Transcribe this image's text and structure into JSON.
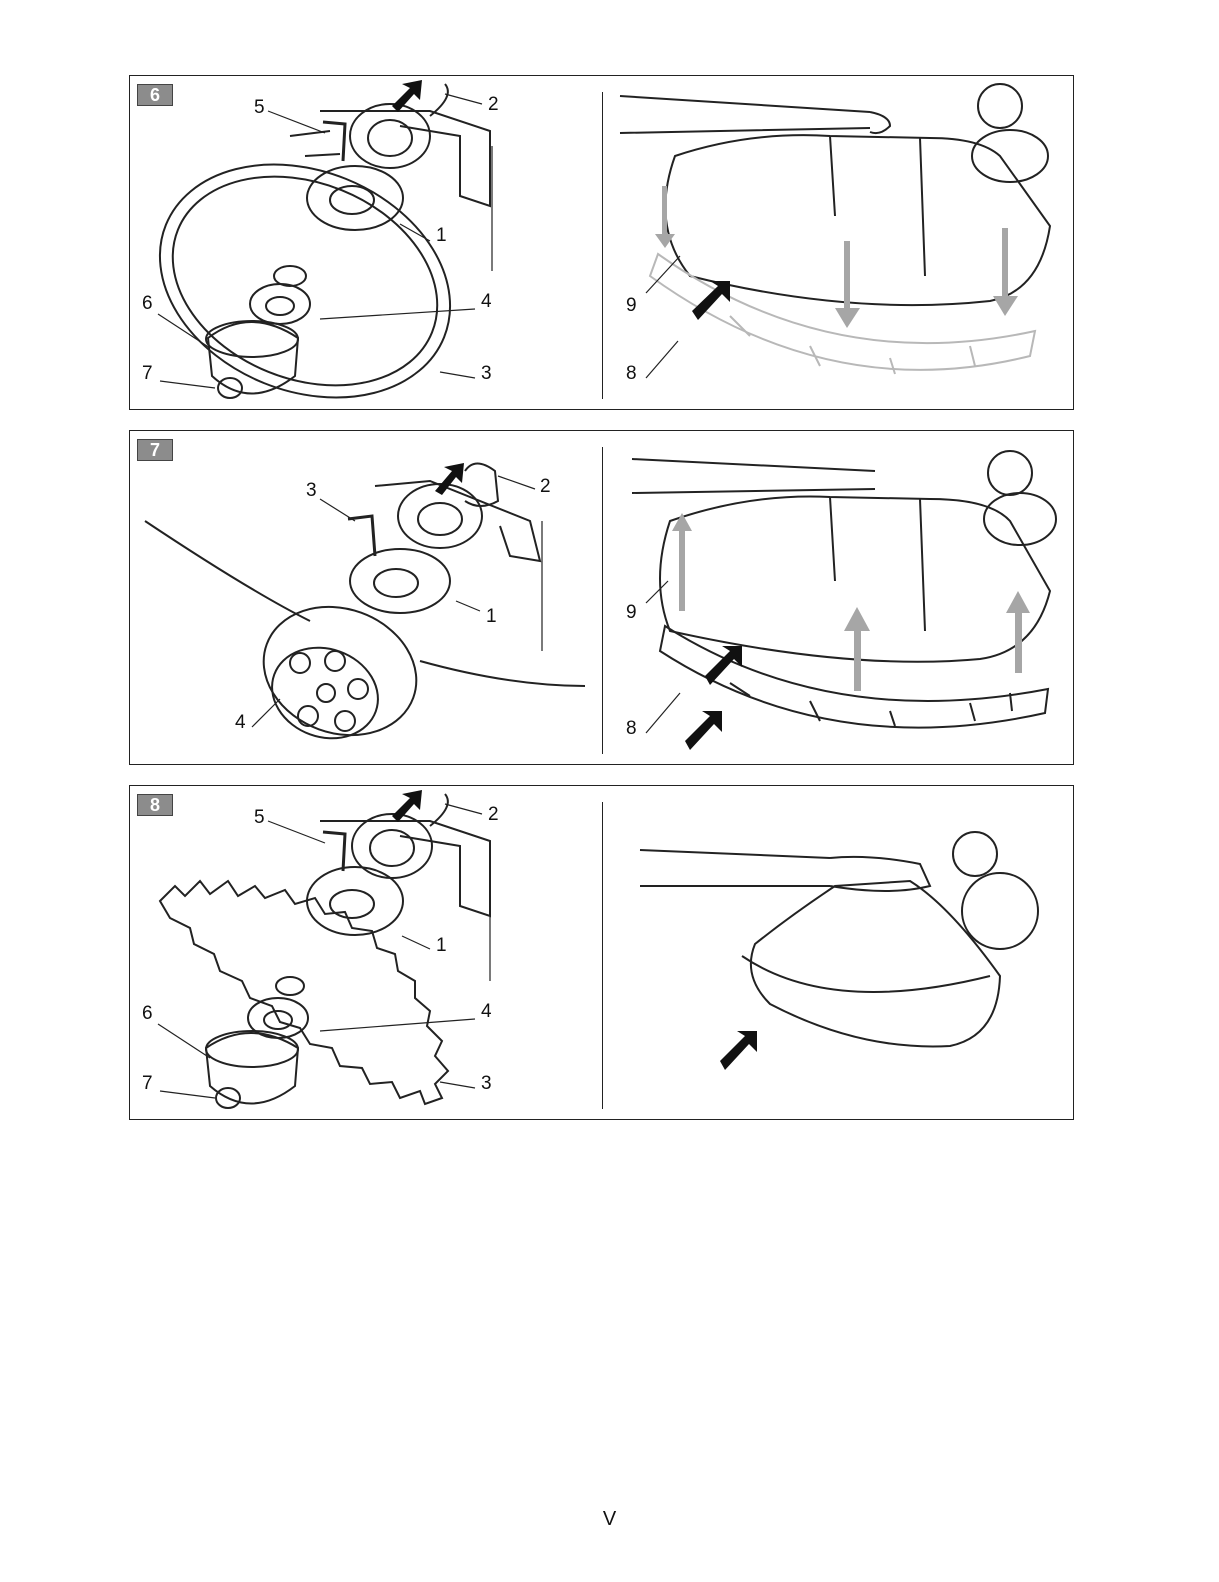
{
  "figures": [
    {
      "number": "6",
      "left_callouts": [
        "5",
        "2",
        "1",
        "4",
        "6",
        "7",
        "3"
      ],
      "right_callouts": [
        "9",
        "8"
      ]
    },
    {
      "number": "7",
      "left_callouts": [
        "3",
        "2",
        "1",
        "4"
      ],
      "right_callouts": [
        "9",
        "8"
      ]
    },
    {
      "number": "8",
      "left_callouts": [
        "5",
        "2",
        "1",
        "4",
        "6",
        "7",
        "3"
      ],
      "right_callouts": []
    }
  ],
  "footer": {
    "page_label": "V"
  },
  "colors": {
    "line": "#222222",
    "panel_badge": "#8c8c8c",
    "guide_arrow": "#a6a6a6",
    "pointer_arrow": "#111111"
  }
}
